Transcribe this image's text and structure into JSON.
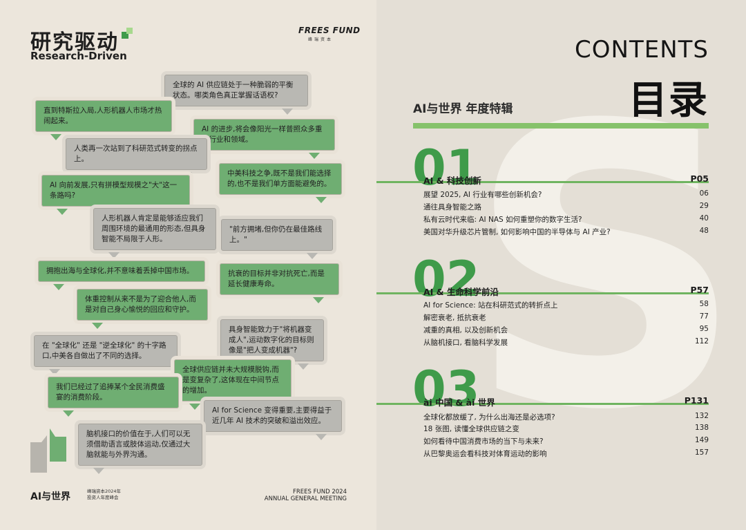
{
  "left": {
    "brand_zh": "研究驱动",
    "brand_en": "Research-Driven",
    "fund_logo": "FREES FUND",
    "fund_sub": "峰瑞资本",
    "bubbles": [
      {
        "text": "全球的 AI 供应链处于一种脆弱的平衡状态。哪类角色真正掌握话语权?",
        "style": "silver"
      },
      {
        "text": "直到特斯拉入局,人形机器人市场才热闹起来。",
        "style": "green"
      },
      {
        "text": "AI 的进步,将会像阳光一样普照众多重要行业和领域。",
        "style": "green"
      },
      {
        "text": "人类再一次站到了科研范式转变的拐点上。",
        "style": "silver"
      },
      {
        "text": "中美科技之争,既不是我们能选择的,也不是我们单方面能避免的。",
        "style": "green"
      },
      {
        "text": "AI 向前发展,只有拼模型规模之\"大\"这一条路吗?",
        "style": "green"
      },
      {
        "text": "人形机器人肯定是能够适应我们周围环境的最通用的形态,但具身智能不局限于人形。",
        "style": "silver"
      },
      {
        "text": "\"前方拥堵,但你仍在最佳路线上。\"",
        "style": "silver"
      },
      {
        "text": "拥抱出海与全球化,并不意味着丢掉中国市场。",
        "style": "green"
      },
      {
        "text": "抗衰的目标并非对抗死亡,而是延长健康寿命。",
        "style": "green"
      },
      {
        "text": "体重控制从来不是为了迎合他人,而是对自己身心愉悦的回应和守护。",
        "style": "green"
      },
      {
        "text": "具身智能致力于\"将机器变成人\",运动数字化的目标则像是\"把人变成机器\"?",
        "style": "silver"
      },
      {
        "text": "在 \"全球化\" 还是 \"逆全球化\" 的十字路口,中美各自做出了不同的选择。",
        "style": "silver"
      },
      {
        "text": "全球供应链并未大规模脱钩,而是变复杂了,这体现在中间节点的增加。",
        "style": "green"
      },
      {
        "text": "我们已经过了追捧某个全民消费盛宴的消费阶段。",
        "style": "green"
      },
      {
        "text": "AI for Science 变得重要,主要得益于近几年 AI 技术的突破和溢出效应。",
        "style": "silver"
      },
      {
        "text": "脑机接口的价值在于,人们可以无须借助语言或肢体运动,仅通过大脑就能与外界沟通。",
        "style": "silver"
      }
    ],
    "footer": {
      "series": "AI与世界",
      "series_sub_1": "峰瑞资本2024年",
      "series_sub_2": "投资人年度峰会",
      "meeting_1": "FREES FUND 2024",
      "meeting_2": "ANNUAL GENERAL MEETING"
    }
  },
  "right": {
    "contents_en": "CONTENTS",
    "contents_zh": "目录",
    "subtitle": "AI与世界 年度特辑",
    "sections": [
      {
        "num": "01",
        "title": "AI & 科技创新",
        "page": "P05",
        "items": [
          {
            "title": "展望 2025, AI 行业有哪些创新机会?",
            "page": "06"
          },
          {
            "title": "通往具身智能之路",
            "page": "29"
          },
          {
            "title": "私有云时代来临: AI NAS 如何重塑你的数字生活?",
            "page": "40"
          },
          {
            "title": "美国对华升级芯片管制, 如何影响中国的半导体与 AI 产业?",
            "page": "48"
          }
        ]
      },
      {
        "num": "02",
        "title": "AI & 生命科学前沿",
        "page": "P57",
        "items": [
          {
            "title": "AI for Science: 站在科研范式的转折点上",
            "page": "58"
          },
          {
            "title": "解密衰老, 抵抗衰老",
            "page": "77"
          },
          {
            "title": "减重的真相, 以及创新机会",
            "page": "95"
          },
          {
            "title": "从脑机接口, 看脑科学发展",
            "page": "112"
          }
        ]
      },
      {
        "num": "03",
        "title": "ài 中国 & ài 世界",
        "page": "P131",
        "items": [
          {
            "title": "全球化都放缓了, 为什么出海还是必选项?",
            "page": "132"
          },
          {
            "title": "18 张图, 读懂全球供应链之变",
            "page": "138"
          },
          {
            "title": "如何看待中国消费市场的当下与未来?",
            "page": "149"
          },
          {
            "title": "从巴黎奥运会看科技对体育运动的影响",
            "page": "157"
          }
        ]
      }
    ]
  },
  "colors": {
    "accent_green": "#6fae72",
    "bright_green": "#86c26b",
    "silver": "#b9b8b3"
  }
}
